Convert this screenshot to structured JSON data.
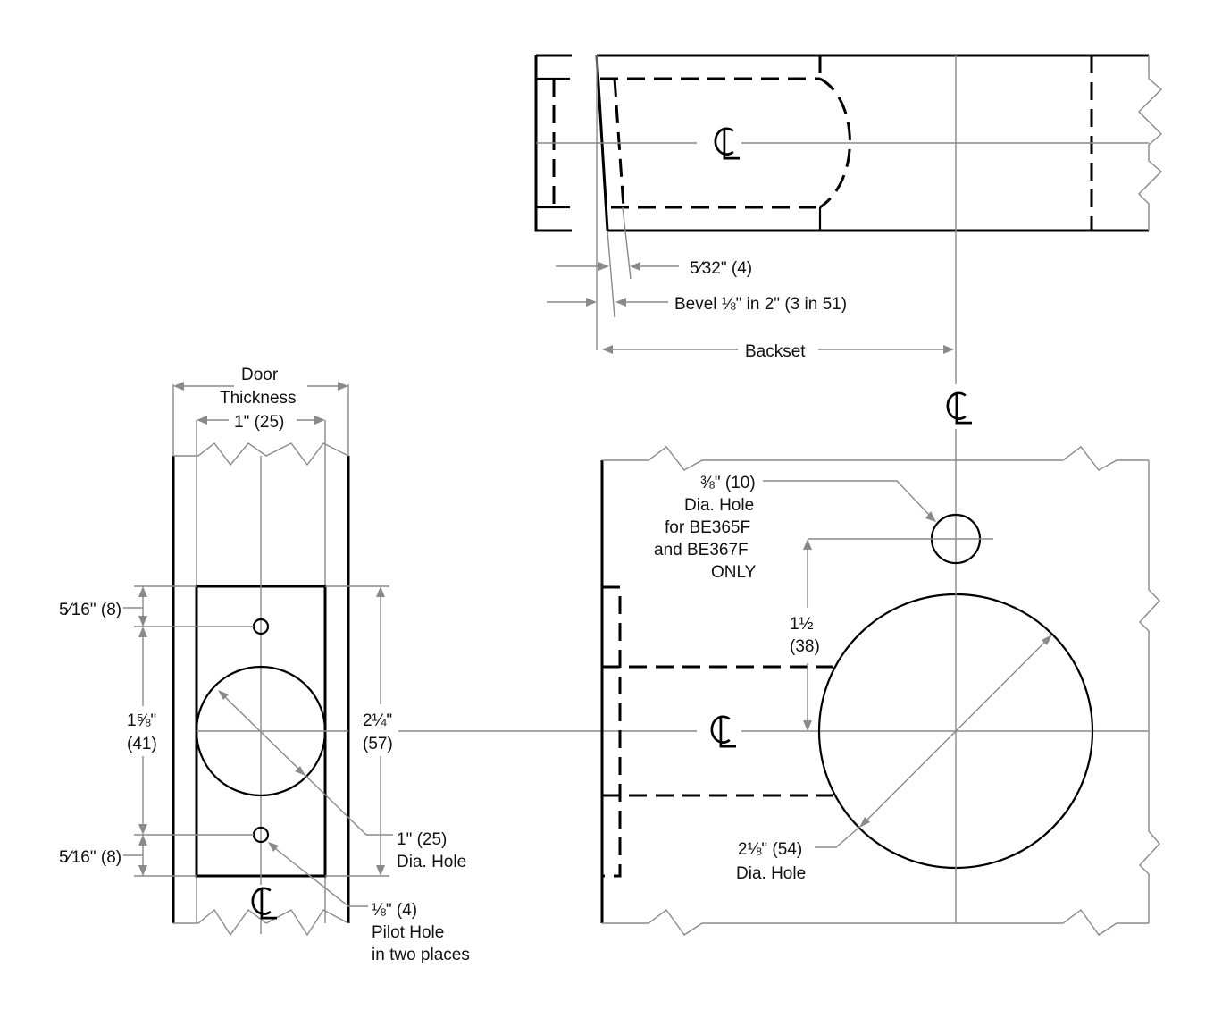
{
  "labels": {
    "door_thickness_1": "Door",
    "door_thickness_2": "Thickness",
    "one_inch": "1\" (25)",
    "five_sixteenths_top": "5⁄16\" (8)",
    "five_sixteenths_bottom": "5⁄16\" (8)",
    "one_five_eighths_1": "1⅝\"",
    "one_five_eighths_2": "(41)",
    "two_quarter_1": "2¼\"",
    "two_quarter_2": "(57)",
    "one_inch_hole_1": "1\" (25)",
    "one_inch_hole_2": "Dia. Hole",
    "pilot_1": "⅛\" (4)",
    "pilot_2": "Pilot Hole",
    "pilot_3": "in two places",
    "five_thirtyseconds": "5⁄32\" (4)",
    "bevel": "Bevel ⅛\" in 2\" (3 in 51)",
    "backset": "Backset",
    "three_eighths_1": "⅜\" (10)",
    "three_eighths_2": "Dia. Hole",
    "three_eighths_3": "for BE365F",
    "three_eighths_4": "and BE367F",
    "three_eighths_5": "ONLY",
    "one_half_1": "1½",
    "one_half_2": "(38)",
    "two_eighth_1": "2⅛\" (54)",
    "two_eighth_2": "Dia. Hole",
    "centerline": "CL"
  }
}
